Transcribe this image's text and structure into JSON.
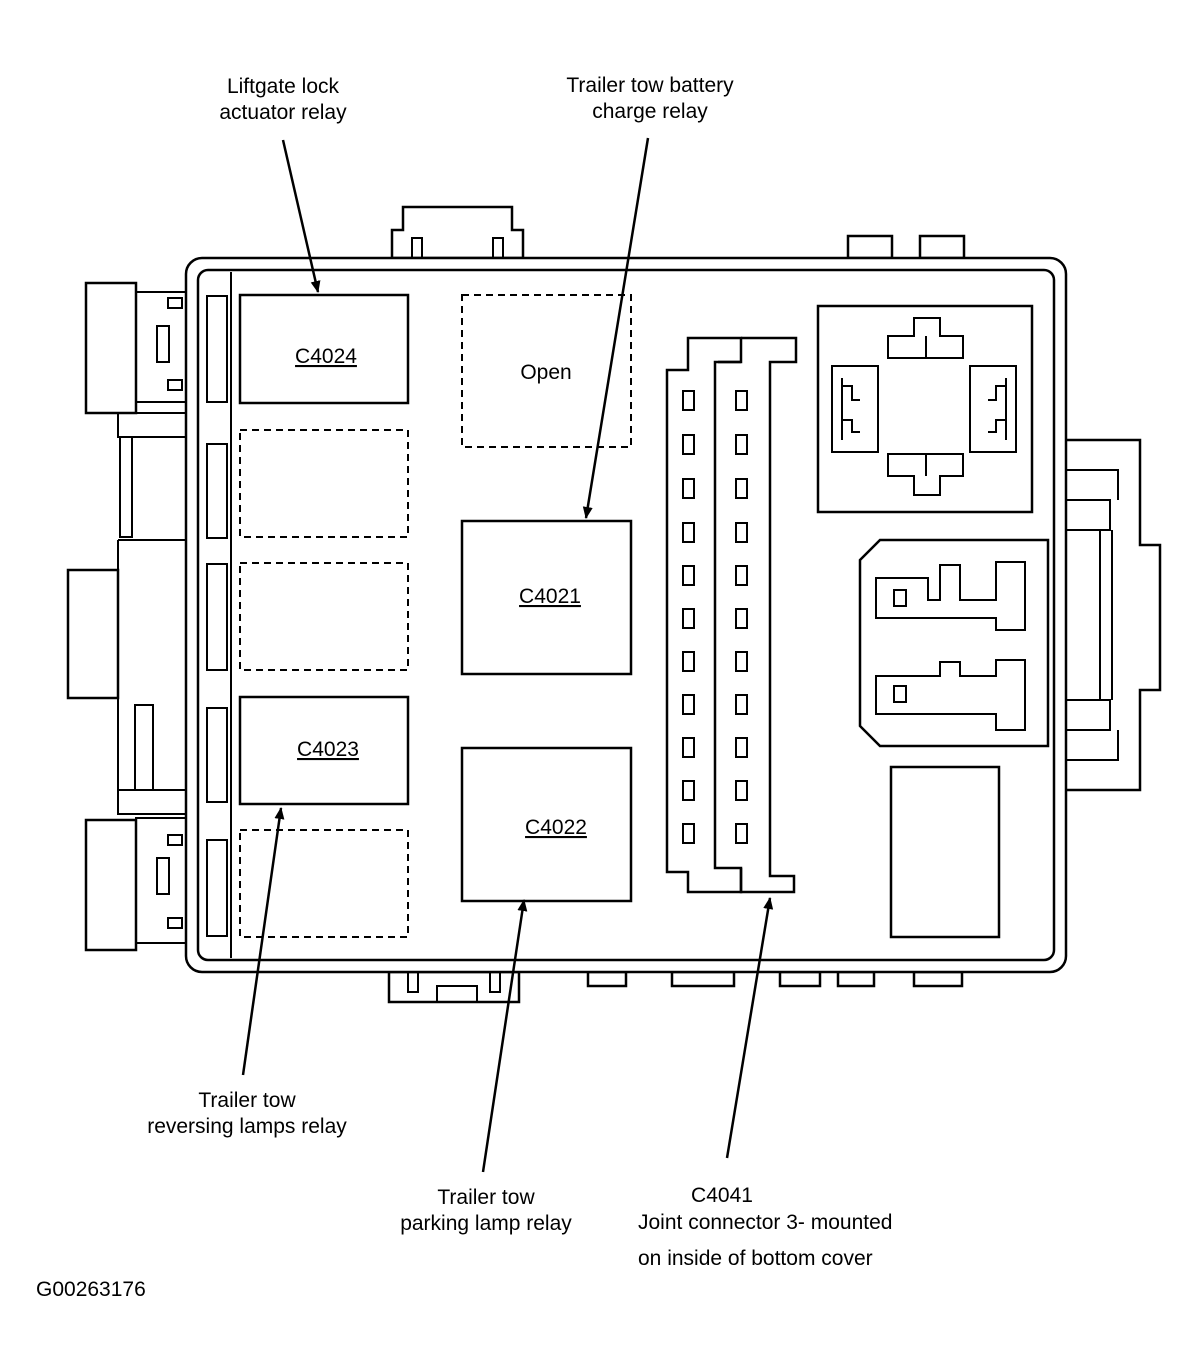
{
  "callouts": {
    "liftgate_line1": "Liftgate lock",
    "liftgate_line2": "actuator relay",
    "battery_line1": "Trailer tow battery",
    "battery_line2": "charge relay",
    "reversing_line1": "Trailer tow",
    "reversing_line2": "reversing lamps relay",
    "parking_line1": "Trailer tow",
    "parking_line2": "parking lamp relay",
    "joint_line1": "C4041",
    "joint_line2": "Joint connector 3- mounted",
    "joint_line3": "on inside of bottom cover"
  },
  "relays": {
    "c4024": "C4024",
    "open": "Open",
    "c4021": "C4021",
    "c4023": "C4023",
    "c4022": "C4022"
  },
  "figure_id": "G00263176"
}
